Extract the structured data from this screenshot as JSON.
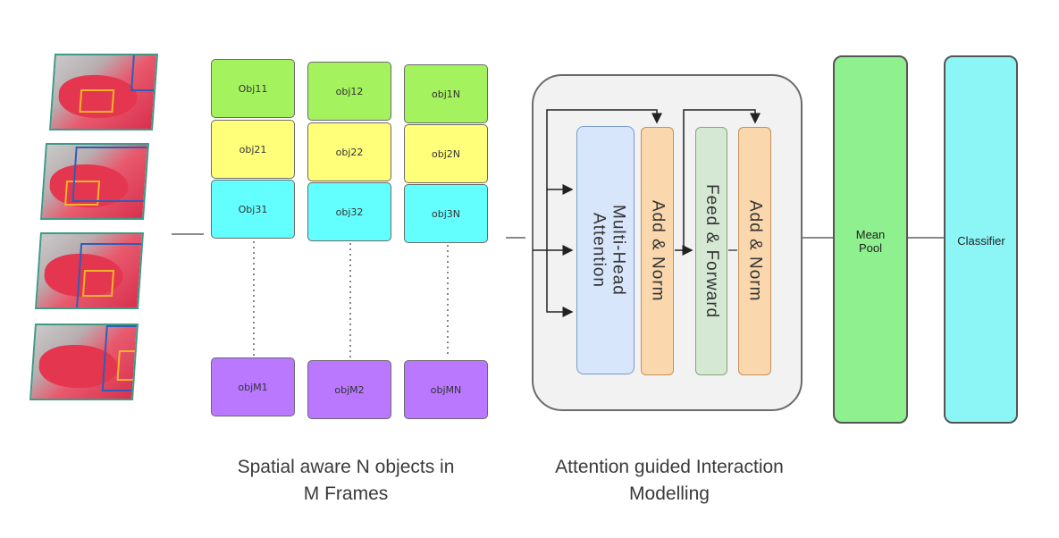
{
  "objects": {
    "col1": [
      "Obj11",
      "obj21",
      "Obj31",
      "objM1"
    ],
    "col2": [
      "obj12",
      "obj22",
      "obj32",
      "objM2"
    ],
    "col3": [
      "obj1N",
      "obj2N",
      "obj3N",
      "objMN"
    ]
  },
  "transformer": {
    "mha": "Multi-Head Attention",
    "add_norm_1": "Add & Norm",
    "ffn": "Feed & Forward",
    "add_norm_2": "Add & Norm"
  },
  "mean_pool": "Mean Pool",
  "classifier": "Classifier",
  "captions": {
    "objects_line1": "Spatial aware N objects in",
    "objects_line2": "M Frames",
    "attention_line1": "Attention guided Interaction",
    "attention_line2": "Modelling"
  },
  "colors": {
    "obj_row1": "#a5f25f",
    "obj_row2": "#ffff7a",
    "obj_row3": "#63ffff",
    "obj_rowM": "#b978ff",
    "mha": "#d7e6fa",
    "add_norm": "#fad7ac",
    "ffn": "#d5e8d4",
    "mean_pool": "#8ef08e",
    "classifier": "#8cf6f6"
  },
  "icons": [
    "video-frame-image",
    "arrow-head"
  ]
}
